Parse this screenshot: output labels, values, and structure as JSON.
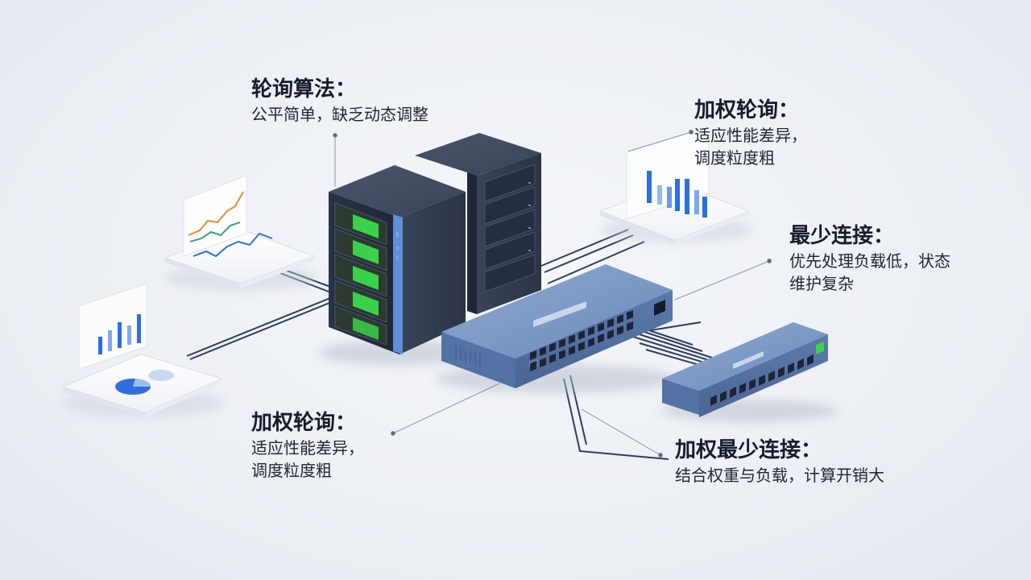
{
  "callouts": {
    "round_robin": {
      "title": "轮询算法：",
      "lines": [
        "公平简单，缺乏动态调整"
      ]
    },
    "weighted_rr_top": {
      "title": "加权轮询：",
      "lines": [
        "适应性能差异，",
        "调度粒度粗"
      ]
    },
    "least_conn": {
      "title": "最少连接：",
      "lines": [
        "优先处理负载低，状态",
        "维护复杂"
      ]
    },
    "weighted_rr_bottom": {
      "title": "加权轮询：",
      "lines": [
        "适应性能差异，",
        "调度粒度粗"
      ]
    },
    "weighted_least_conn": {
      "title": "加权最少连接：",
      "lines": [
        "结合权重与负载，计算开销大"
      ]
    }
  },
  "colors": {
    "server_dark": "#2b3345",
    "server_accent": "#5f8fd6",
    "led_green": "#3bd14a",
    "switch_blue": "#6f8fbf",
    "chart_blue": "#2e6fe0",
    "chart_orange": "#ef8a2b",
    "cable": "#2e3d5c",
    "leader": "#8a93a6"
  }
}
